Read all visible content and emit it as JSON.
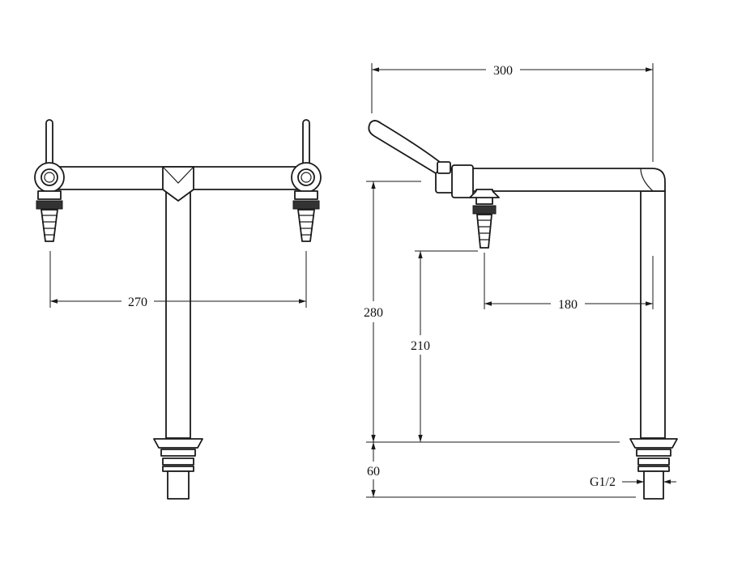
{
  "dimensions": {
    "front_width": "270",
    "side_width": "300",
    "outlet_offset": "180",
    "total_height": "280",
    "outlet_height": "210",
    "shank_length": "60",
    "thread": "G1/2"
  }
}
